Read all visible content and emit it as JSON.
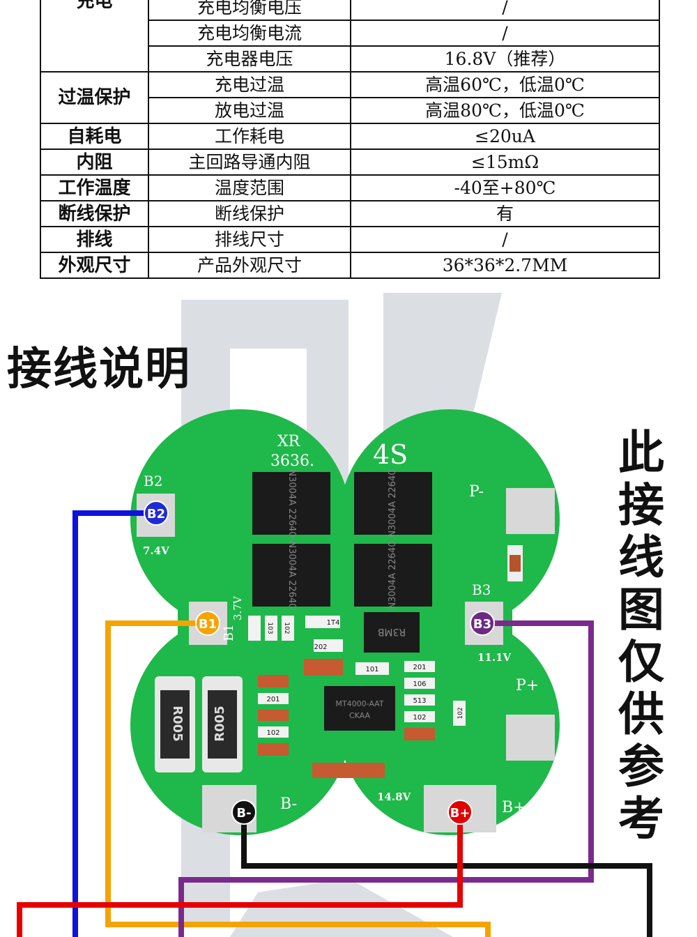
{
  "spec_table": {
    "rows": [
      {
        "category": "充电",
        "item": "充电均衡电压",
        "value": "/"
      },
      {
        "category": "",
        "item": "充电均衡电流",
        "value": "/"
      },
      {
        "category": "",
        "item": "充电器电压",
        "value": "16.8V（推荐）"
      },
      {
        "category": "过温保护",
        "item": "充电过温",
        "value": "高温60℃，低温0℃"
      },
      {
        "category": "",
        "item": "放电过温",
        "value": "高温80℃，低温0℃"
      },
      {
        "category": "自耗电",
        "item": "工作耗电",
        "value": "≤20uA"
      },
      {
        "category": "内阻",
        "item": "主回路导通内阻",
        "value": "≤15mΩ"
      },
      {
        "category": "工作温度",
        "item": "温度范围",
        "value": "-40至+80℃"
      },
      {
        "category": "断线保护",
        "item": "断线保护",
        "value": "有"
      },
      {
        "category": "排线",
        "item": "排线尺寸",
        "value": "/"
      },
      {
        "category": "外观尺寸",
        "item": "产品外观尺寸",
        "value": "36*36*2.7MM"
      }
    ]
  },
  "section_title": "接线说明",
  "side_note": "此接线图仅供参考",
  "board": {
    "model_line1": "XR",
    "model_line2": "3636.",
    "series": "4S",
    "pad_labels": {
      "b2": "B2",
      "b2_voltage": "7.4V",
      "b1": "B1",
      "b1_voltage": "3.7V",
      "b3": "B3",
      "b3_voltage": "11.1V",
      "p_minus": "P-",
      "p_plus": "P+",
      "b_minus": "B-",
      "b_plus": "B+",
      "b_plus_voltage": "14.8V"
    },
    "mosfet_markings": [
      "N3004A 22640",
      "N3004A 22640",
      "N3004A 22640",
      "N3004A 22640"
    ],
    "diode_marking": "R3MB",
    "ic_marking_line1": "MT4000-AAT",
    "ic_marking_line2": "CKAA",
    "shunt_marking": "R005",
    "resistor_codes": [
      "202",
      "101",
      "102",
      "103",
      "201",
      "102",
      "201",
      "106",
      "513",
      "102",
      "102",
      "1T4"
    ]
  },
  "wire_badges": [
    "B2",
    "B1",
    "B3",
    "B-",
    "B+"
  ],
  "colors": {
    "pcb": "#1fb84a",
    "pcb_dark": "#159c3a",
    "wire_b2": "#1111dd",
    "wire_b1": "#f5a300",
    "wire_b3": "#7a2a8c",
    "wire_b_minus": "#111111",
    "wire_b_plus": "#e60000",
    "badge_b2": "#1f2ad6",
    "badge_b1": "#f5a300",
    "badge_b3": "#6c2a84",
    "badge_b_minus": "#111111",
    "badge_b_plus": "#e00000"
  }
}
